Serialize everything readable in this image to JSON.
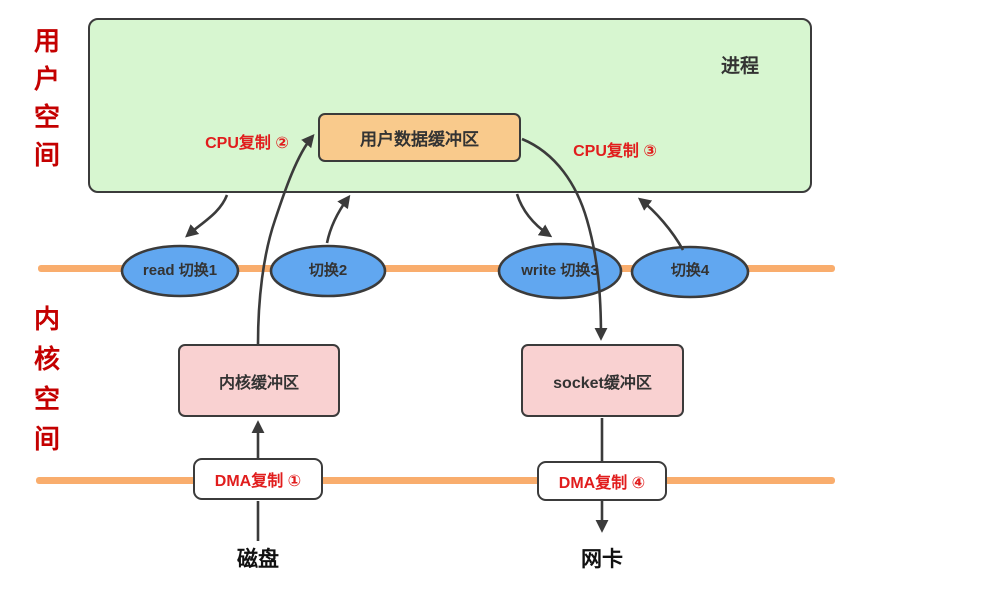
{
  "diagram": {
    "user_space_label": "用\n户\n空\n间",
    "kernel_space_label": "内\n核\n空\n间",
    "process_label": "进程",
    "user_buffer_label": "用户数据缓冲区",
    "cpu_copy_2_label": "CPU复制 ②",
    "cpu_copy_3_label": "CPU复制 ③",
    "switches": [
      "read 切换1",
      "切换2",
      "write 切换3",
      "切换4"
    ],
    "kernel_buffer_label": "内核缓冲区",
    "socket_buffer_label": "socket缓冲区",
    "dma_copy_1_label": "DMA复制 ①",
    "dma_copy_4_label": "DMA复制 ④",
    "disk_label": "磁盘",
    "nic_label": "网卡",
    "colors": {
      "process_fill": "#d7f6d0",
      "buffer_fill": "#f9ca8c",
      "kernel_buffer_fill": "#f9d1d1",
      "switch_fill": "#61a7f0",
      "boundary_line": "#f9ad6d",
      "label_red": "#c40000",
      "copy_red": "#e11d1d",
      "stroke": "#3b3b3b"
    }
  }
}
